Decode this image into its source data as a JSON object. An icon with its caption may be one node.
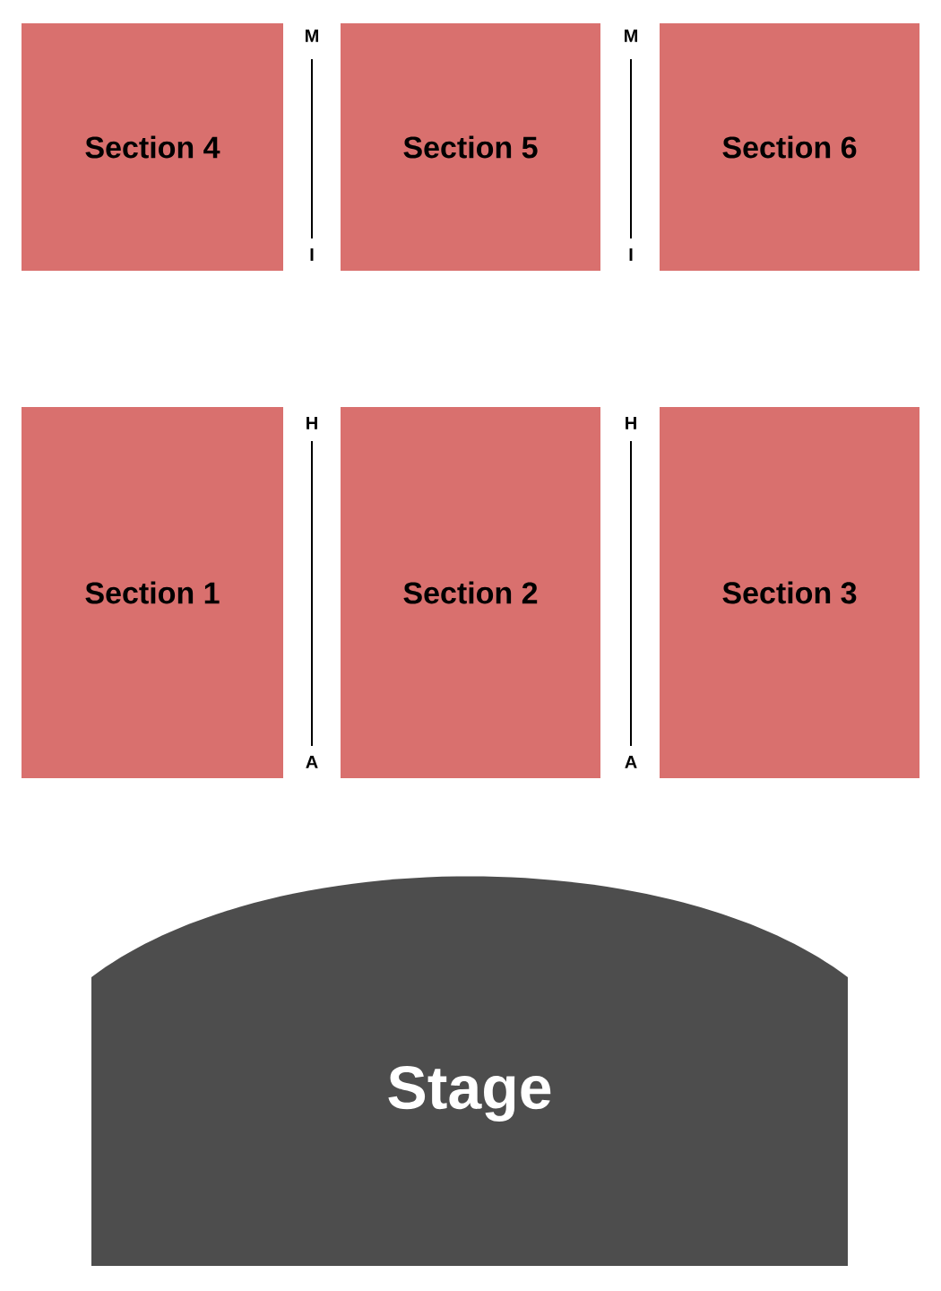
{
  "diagram": {
    "nodes": [
      {
        "text": [
          "Section 4"
        ]
      },
      {
        "text": [
          "Section 5"
        ]
      },
      {
        "text": [
          "Section 6"
        ]
      },
      {
        "text": [
          "Section 1"
        ]
      },
      {
        "text": [
          "Section 2"
        ]
      },
      {
        "text": [
          "Section 3"
        ]
      },
      {
        "text": [
          "Stage"
        ]
      }
    ],
    "edges": [],
    "labels": [
      "M",
      "M",
      "I",
      "I",
      "H",
      "H",
      "A",
      "A"
    ]
  }
}
